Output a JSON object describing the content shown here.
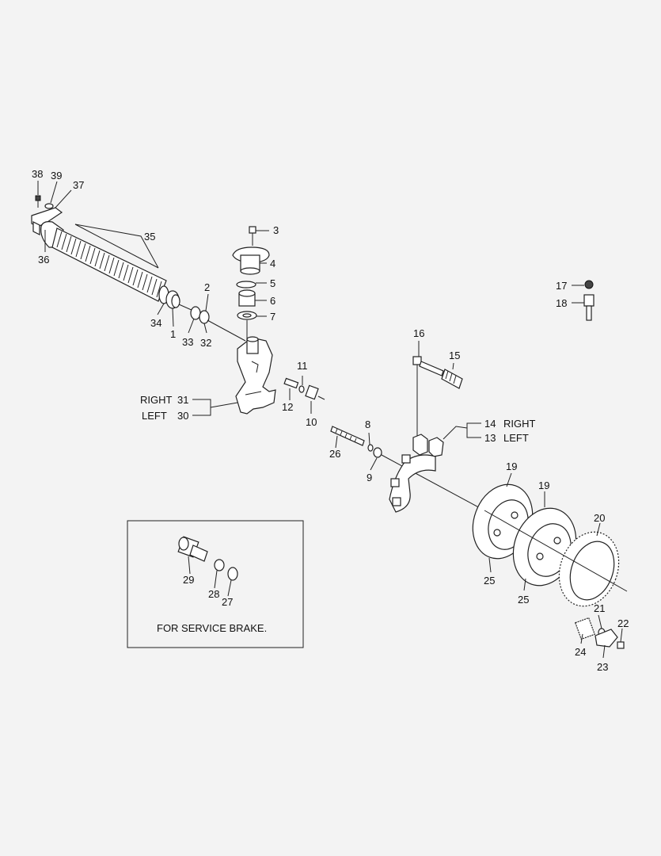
{
  "callouts": {
    "c1": "1",
    "c2": "2",
    "c3": "3",
    "c4": "4",
    "c5": "5",
    "c6": "6",
    "c7": "7",
    "c8": "8",
    "c9": "9",
    "c10": "10",
    "c11": "11",
    "c12": "12",
    "c13": "13",
    "c14": "14",
    "c15": "15",
    "c16": "16",
    "c17": "17",
    "c18": "18",
    "c19a": "19",
    "c19b": "19",
    "c20": "20",
    "c21": "21",
    "c22": "22",
    "c23": "23",
    "c24": "24",
    "c25a": "25",
    "c25b": "25",
    "c26": "26",
    "c27": "27",
    "c28": "28",
    "c29": "29",
    "c30": "30",
    "c31": "31",
    "c32": "32",
    "c33": "33",
    "c34": "34",
    "c35": "35",
    "c36": "36",
    "c37": "37",
    "c38": "38",
    "c39": "39"
  },
  "labels": {
    "right_31": "RIGHT",
    "left_30": "LEFT",
    "right_14": "RIGHT",
    "left_13": "LEFT",
    "inset_note": "FOR SERVICE BRAKE."
  }
}
